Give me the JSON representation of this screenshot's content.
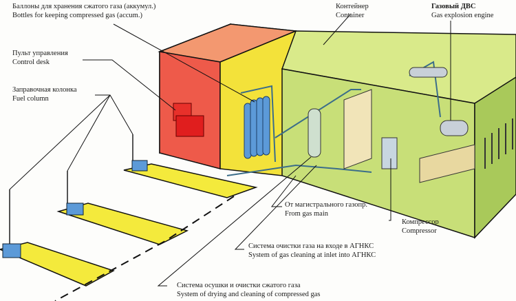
{
  "labels": {
    "bottles": {
      "ru": "Баллоны для хранения сжатого газа (аккумул.)",
      "en": "Bottles for keeping compressed gas (accum.)"
    },
    "control_desk": {
      "ru": "Пульт управления",
      "en": "Control desk"
    },
    "fuel_column": {
      "ru": "Заправочная колонка",
      "en": "Fuel column"
    },
    "container": {
      "ru": "Контейнер",
      "en": "Container"
    },
    "engine": {
      "ru": "Газовый ДВС",
      "en": "Gas explosion engine"
    },
    "gas_main": {
      "ru": "От магистрального газопр.",
      "en": "From gas main"
    },
    "compressor": {
      "ru": "Компрессор",
      "en": "Compressor"
    },
    "inlet_cleaning": {
      "ru": "Система очистки газа на входе в АГНКС",
      "en": "System of gas cleaning at inlet into АГНКС"
    },
    "drying": {
      "ru": "Система осушки и очистки сжатого газа",
      "en": "System of drying and cleaning of compressed gas"
    }
  },
  "colors": {
    "red": "#ee5a4a",
    "yellow": "#f3e23a",
    "green": "#c8df78",
    "blue": "#5c9ad8",
    "pad": "#f4ea3c"
  }
}
